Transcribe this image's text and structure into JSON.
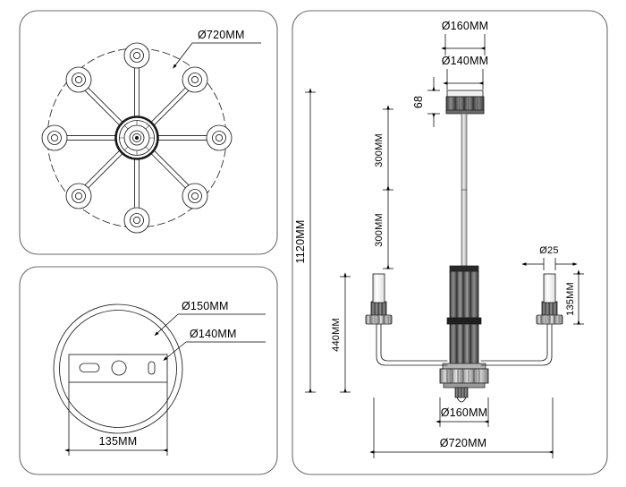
{
  "drawing": {
    "title": "Chandelier dimensional drawing",
    "units": "MM",
    "line_color": "#1a1a1a",
    "panel_border_color": "#6d6d6d",
    "background": "#ffffff"
  },
  "panels": [
    {
      "id": "top-plan-view",
      "name": "top-plan-view-panel",
      "description": "Top plan view of 8-arm chandelier",
      "labels": [
        {
          "name": "overall-diameter-callout",
          "text": "Ø720MM"
        }
      ],
      "geometry": {
        "arms": 8,
        "socket_count": 8,
        "outer_circle_style": "dashed"
      }
    },
    {
      "id": "canopy-plan-view",
      "name": "canopy-plan-view-panel",
      "description": "Ceiling canopy plan view with mounting bracket",
      "labels": [
        {
          "name": "canopy-outer-diameter-callout",
          "text": "Ø150MM"
        },
        {
          "name": "canopy-inner-diameter-callout",
          "text": "Ø140MM"
        },
        {
          "name": "bracket-width-dimension",
          "text": "135MM"
        }
      ]
    },
    {
      "id": "elevation-view",
      "name": "elevation-view-panel",
      "description": "Front elevation of chandelier with suspension",
      "labels": [
        {
          "name": "canopy-outer-diameter-dimension",
          "text": "Ø160MM"
        },
        {
          "name": "canopy-body-diameter-dimension",
          "text": "Ø140MM"
        },
        {
          "name": "canopy-height-dimension",
          "text": "68"
        },
        {
          "name": "total-drop-dimension",
          "text": "1120MM"
        },
        {
          "name": "upper-rod-segment-dimension",
          "text": "300MM"
        },
        {
          "name": "lower-rod-segment-dimension",
          "text": "300MM"
        },
        {
          "name": "fixture-height-dimension",
          "text": "440MM"
        },
        {
          "name": "candle-tube-diameter-dimension",
          "text": "Ø25"
        },
        {
          "name": "candle-height-dimension",
          "text": "135MM"
        },
        {
          "name": "hub-diameter-dimension",
          "text": "Ø160MM"
        },
        {
          "name": "overall-span-dimension",
          "text": "Ø720MM"
        }
      ]
    }
  ],
  "dimensions": {
    "overall_diameter_mm": 720,
    "canopy_outer_diameter_mm": 160,
    "canopy_body_diameter_mm": 140,
    "canopy_plan_outer_mm": 150,
    "canopy_plan_inner_mm": 140,
    "canopy_height_mm": 68,
    "bracket_width_mm": 135,
    "total_drop_mm": 1120,
    "rod_segment_upper_mm": 300,
    "rod_segment_lower_mm": 300,
    "fixture_height_mm": 440,
    "candle_tube_diameter_mm": 25,
    "candle_height_mm": 135,
    "hub_diameter_mm": 160
  }
}
